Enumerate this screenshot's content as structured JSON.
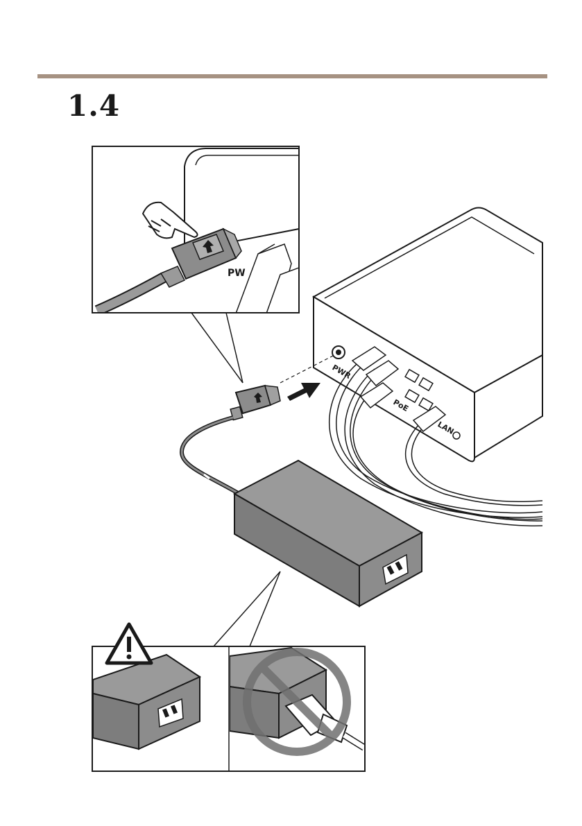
{
  "page": {
    "step_number": "1.4"
  },
  "illustration": {
    "labels": {
      "pwr": "PWR",
      "poe": "PoE",
      "lan": "LAN",
      "inset_pwr": "PW"
    },
    "icons": [
      "pointing-hand-icon",
      "arrow-up-icon",
      "push-arrow-icon",
      "warning-triangle-icon",
      "prohibited-icon"
    ],
    "colors": {
      "rule": "#a69282",
      "adapter": "#8c8c8c",
      "outline": "#1a1a1a",
      "prohibit": "#707070"
    }
  }
}
